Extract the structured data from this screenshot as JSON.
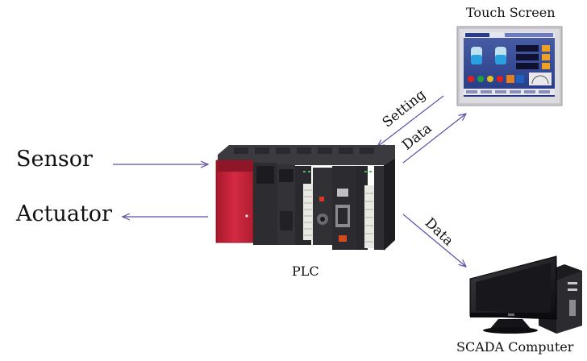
{
  "labels": {
    "sensor": "Sensor",
    "actuator": "Actuator",
    "plc": "PLC",
    "touch_screen": "Touch Screen",
    "scada_computer": "SCADA Computer",
    "setting": "Setting",
    "data_to_touch": "Data",
    "data_to_scada": "Data"
  },
  "colors": {
    "arrow": "#5a4fa6",
    "plc_red": "#c8233a",
    "plc_dark": "#2a2a2e",
    "hmi_frame": "#c9c9cd",
    "monitor_black": "#111114"
  },
  "icons": {
    "plc": "plc-rack-icon",
    "touch_screen": "hmi-panel-icon",
    "scada": "desktop-computer-icon"
  }
}
